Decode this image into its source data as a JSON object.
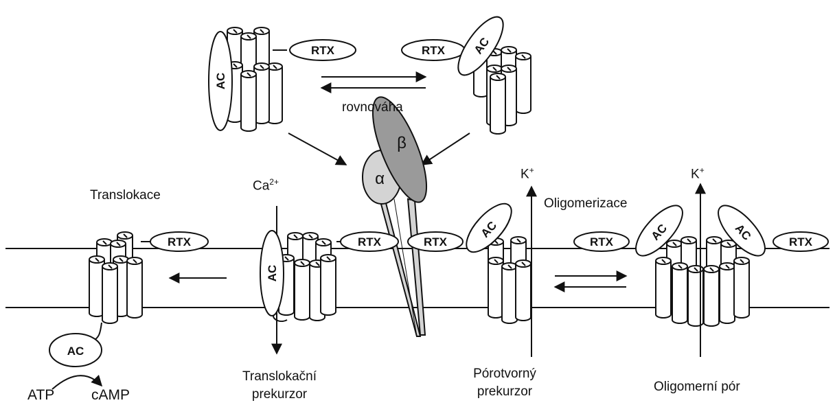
{
  "labels": {
    "equilibrium": "rovnováha",
    "translocation": "Translokace",
    "oligomerization": "Oligomerizace",
    "translocation_precursor_line1": "Translokační",
    "translocation_precursor_line2": "prekurzor",
    "pore_precursor_line1": "Pórotvorný",
    "pore_precursor_line2": "prekurzor",
    "oligomeric_pore": "Oligomerní pór",
    "atp": "ATP",
    "camp": "cAMP"
  },
  "ions": {
    "calcium": "Ca",
    "calcium_charge": "2+",
    "potassium": "K",
    "potassium_charge": "+"
  },
  "domains": {
    "rtx": "RTX",
    "ac": "AC",
    "alpha": "α",
    "beta": "β"
  },
  "colors": {
    "line": "#111111",
    "integrin_alpha": "#d4d4d4",
    "integrin_beta": "#9a9a9a",
    "background": "#ffffff"
  }
}
